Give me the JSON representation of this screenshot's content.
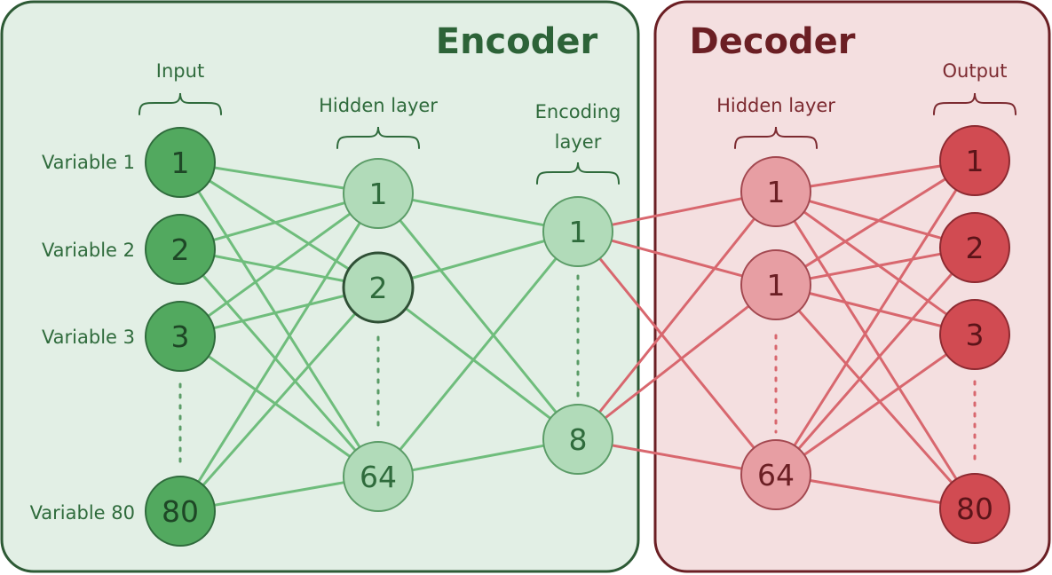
{
  "encoder": {
    "title": "Encoder",
    "input_label": "Input",
    "hidden_label": "Hidden layer",
    "encoding_label_line1": "Encoding",
    "encoding_label_line2": "layer",
    "input_nodes": [
      "1",
      "2",
      "3",
      "80"
    ],
    "variable_labels": [
      "Variable 1",
      "Variable 2",
      "Variable 3",
      "Variable 80"
    ],
    "hidden_nodes": [
      "1",
      "2",
      "64"
    ],
    "encoding_nodes": [
      "1",
      "8"
    ]
  },
  "decoder": {
    "title": "Decoder",
    "hidden_label": "Hidden layer",
    "output_label": "Output",
    "hidden_nodes": [
      "1",
      "1",
      "64"
    ],
    "output_nodes": [
      "1",
      "2",
      "3",
      "80"
    ]
  },
  "colors": {
    "encoder_bg": "#e2efe5",
    "encoder_border": "#2d5a35",
    "encoder_title": "#2d6338",
    "encoder_text": "#2f6b3c",
    "input_fill": "#52a95f",
    "input_stroke": "#2f6b3c",
    "hidden_fill": "#b1dbb9",
    "hidden_stroke": "#5b9c67",
    "encoder_edge": "#6fbd7c",
    "decoder_bg": "#f4dfe0",
    "decoder_border": "#6b1f24",
    "decoder_title": "#6b1f24",
    "decoder_text": "#7c2a30",
    "dhidden_fill": "#e79ea3",
    "dhidden_stroke": "#a34850",
    "output_fill": "#d14b52",
    "output_stroke": "#8d2a31",
    "decoder_edge": "#d8676e"
  }
}
